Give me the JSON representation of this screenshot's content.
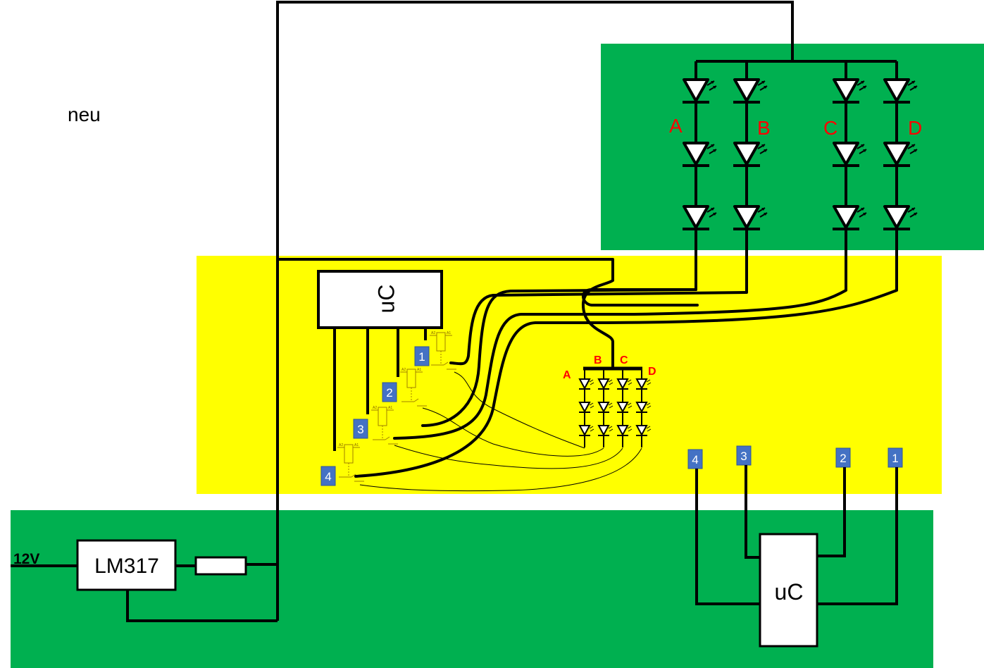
{
  "caption": "neu",
  "supply": {
    "voltage_label": "12V",
    "regulator_label": "LM317"
  },
  "controller_labels": {
    "top": "uC",
    "bottom": "uC"
  },
  "led_strings": {
    "large_labels": [
      "A",
      "B",
      "C",
      "D"
    ],
    "small_labels": [
      "A",
      "B",
      "C",
      "D"
    ]
  },
  "relay_badges": [
    "1",
    "2",
    "3",
    "4"
  ],
  "output_badges": [
    "4",
    "3",
    "2",
    "1"
  ],
  "colors": {
    "pcb_green": "#00b050",
    "pcb_yellow": "#ffff00",
    "wire": "#000000",
    "label_red": "#ff0000",
    "badge_blue": "#4472c4"
  }
}
